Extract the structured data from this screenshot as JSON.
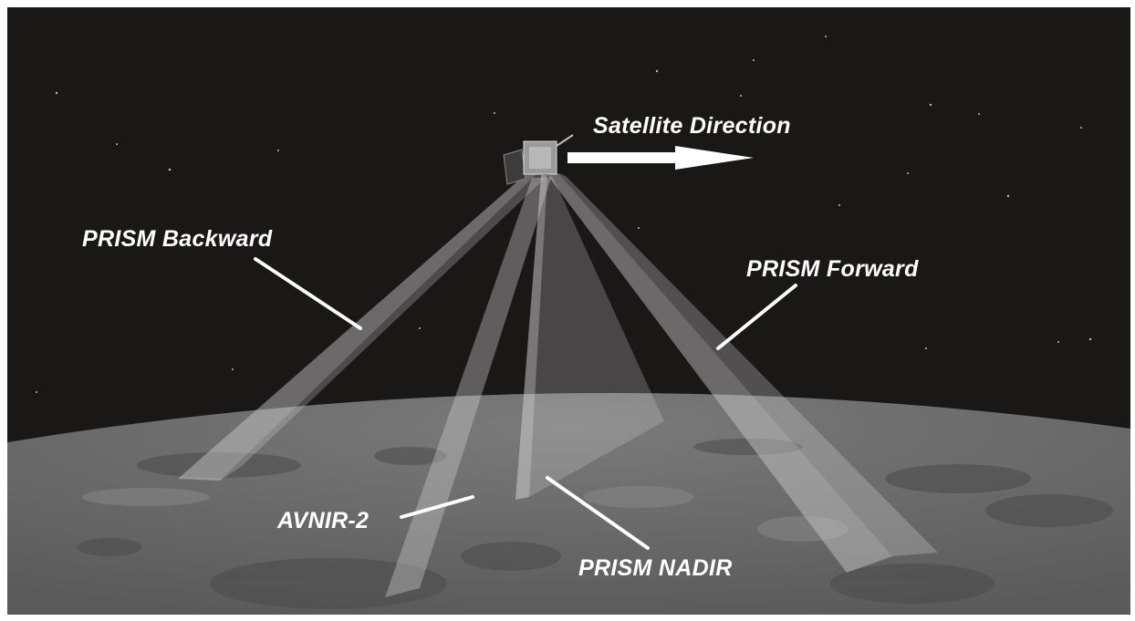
{
  "labels": {
    "satellite_direction": "Satellite Direction",
    "prism_backward": "PRISM Backward",
    "prism_forward": "PRISM Forward",
    "avnir2": "AVNIR-2",
    "prism_nadir": "PRISM NADIR"
  },
  "colors": {
    "space": "#1a1717",
    "earth": "#6a6a6a",
    "beam": "#c8c8c8",
    "label": "#ffffff"
  }
}
